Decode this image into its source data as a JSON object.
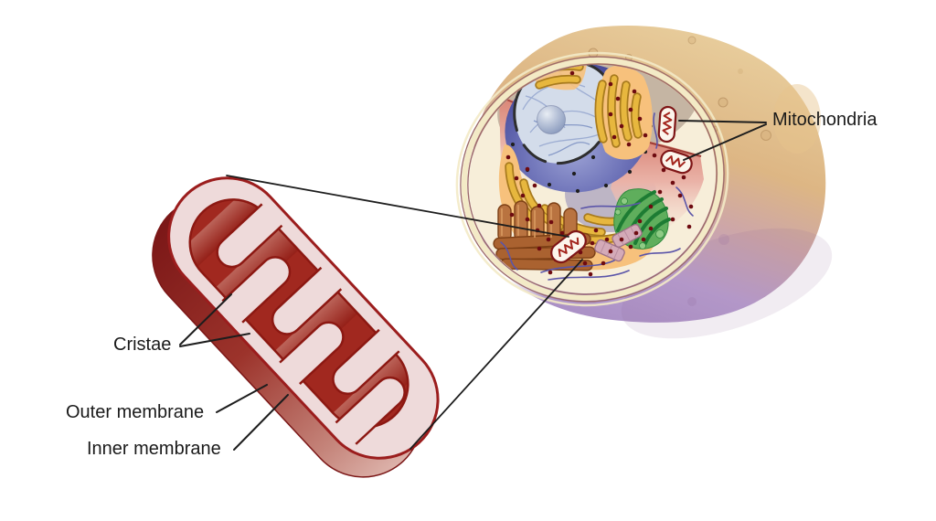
{
  "diagram": {
    "labels": {
      "mitochondria": "Mitochondria",
      "cristae": "Cristae",
      "outer_membrane": "Outer membrane",
      "inner_membrane": "Inner membrane"
    },
    "colors": {
      "background": "#ffffff",
      "label_text": "#1a1a1a",
      "leader_line": "#1d1d1d",
      "mitochondrion_outline": "#9b1d1d",
      "mitochondrion_matrix": "#a1281f",
      "mitochondrion_membrane_pink": "#eedada",
      "cell_exterior_top": "#ddb684",
      "cell_exterior_bottom": "#a98fc4",
      "cell_cytosol": "#f7eed9",
      "cell_membrane_band": "#f3eac6",
      "nucleus_envelope": "#4c4f9e",
      "nucleoplasm": "#d3dcea",
      "er_region": "#f7c17c",
      "er_cisternae": "#e7b73e",
      "ribosome_dot": "#6e0b10",
      "golgi_brown": "#b97340",
      "golgi_green": "#5fae5c",
      "centriole_pink": "#d4aab8",
      "microtubule_blue": "#5b55a9",
      "cut_band_salmon": "#d98273"
    }
  }
}
